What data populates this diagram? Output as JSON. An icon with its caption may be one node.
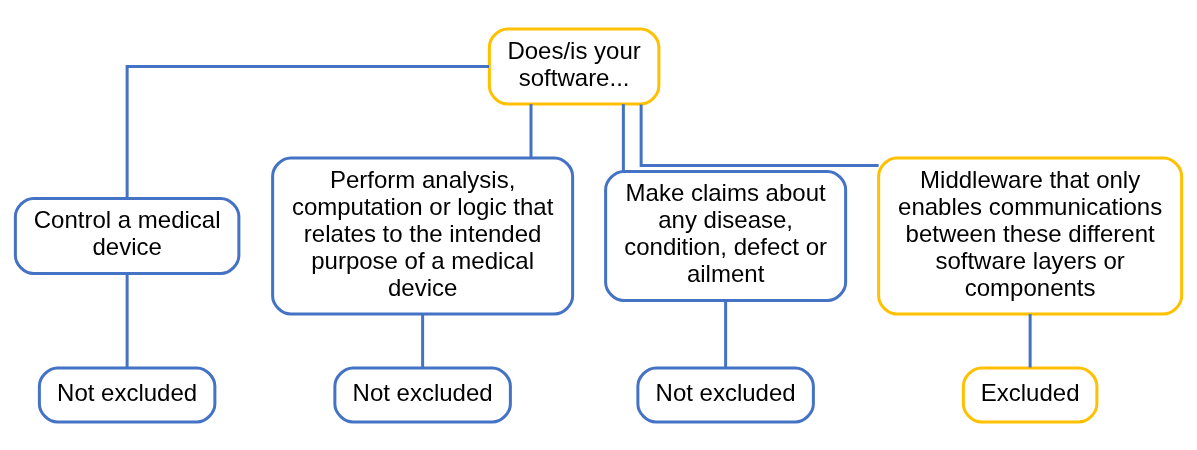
{
  "diagram": {
    "nodes": [
      {
        "text": [
          "Does/is your software..."
        ]
      },
      {
        "text": [
          "Control a medical device"
        ]
      },
      {
        "text": [
          "Perform analysis, computation or logic that relates to the intended purpose of a medical device"
        ]
      },
      {
        "text": [
          "Make claims about any disease, condition, defect or ailment"
        ]
      },
      {
        "text": [
          "Middleware that only enables communications between these different software layers or components"
        ]
      },
      {
        "text": [
          "Not excluded"
        ]
      },
      {
        "text": [
          "Not excluded"
        ]
      },
      {
        "text": [
          "Not excluded"
        ]
      },
      {
        "text": [
          "Excluded"
        ]
      }
    ],
    "edges": [
      {
        "from": 0,
        "to": 1,
        "arrow": "none"
      },
      {
        "from": 0,
        "to": 2,
        "arrow": "none"
      },
      {
        "from": 0,
        "to": 3,
        "arrow": "none"
      },
      {
        "from": 0,
        "to": 4,
        "arrow": "none"
      },
      {
        "from": 1,
        "to": 5,
        "arrow": "none"
      },
      {
        "from": 2,
        "to": 6,
        "arrow": "none"
      },
      {
        "from": 3,
        "to": 7,
        "arrow": "none"
      },
      {
        "from": 4,
        "to": 8,
        "arrow": "none"
      }
    ]
  }
}
